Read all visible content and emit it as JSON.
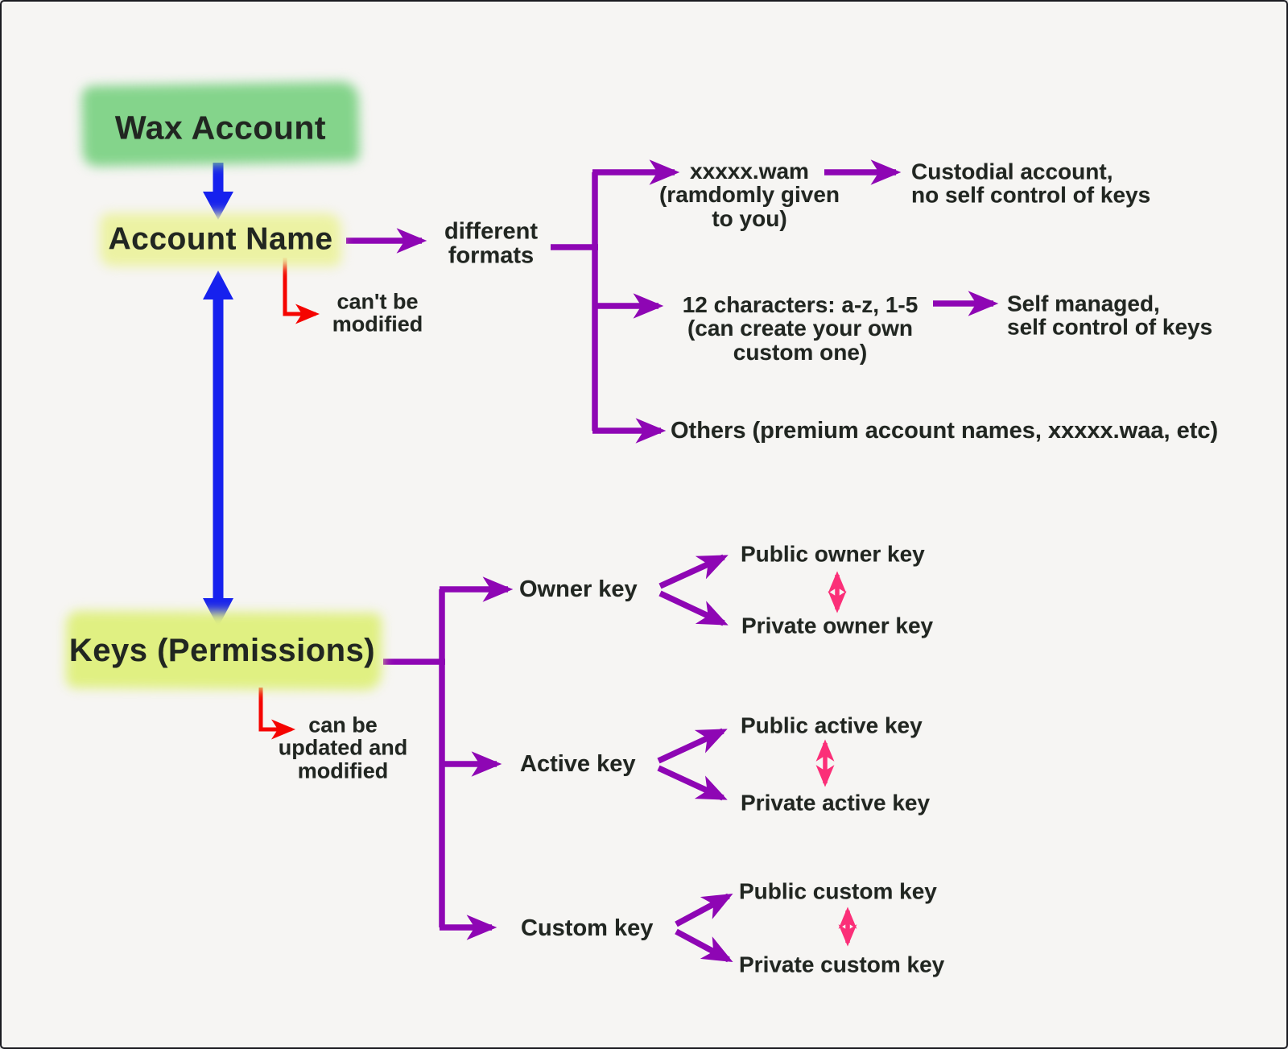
{
  "title": "Wax Account mind map",
  "colors": {
    "background": "#f6f5f3",
    "highlight_green": "#84d48b",
    "highlight_yellow": "#ecf2a3",
    "highlight_lime": "#e0f082",
    "arrow_blue": "#1621ee",
    "arrow_purple": "#8e06b4",
    "arrow_red": "#f50400",
    "arrow_pink": "#fb2f78",
    "text": "#212621"
  },
  "nodes": {
    "wax_account": "Wax Account",
    "account_name": "Account Name",
    "cant_be_modified": "can't be\nmodified",
    "different_formats": "different\nformats",
    "wam_format": "xxxxx.wam\n(ramdomly given\nto you)",
    "custodial": "Custodial account,\nno self control of keys",
    "twelve_chars": "12 characters: a-z, 1-5\n(can create your own\ncustom one)",
    "self_managed": "Self managed,\nself control of keys",
    "others": "Others (premium account names, xxxxx.waa, etc)",
    "keys_permissions": "Keys (Permissions)",
    "can_be_updated": "can be\nupdated and\nmodified",
    "owner_key": "Owner key",
    "public_owner_key": "Public owner key",
    "private_owner_key": "Private owner key",
    "active_key": "Active key",
    "public_active_key": "Public active key",
    "private_active_key": "Private active key",
    "custom_key": "Custom key",
    "public_custom_key": "Public custom key",
    "private_custom_key": "Private custom key"
  }
}
